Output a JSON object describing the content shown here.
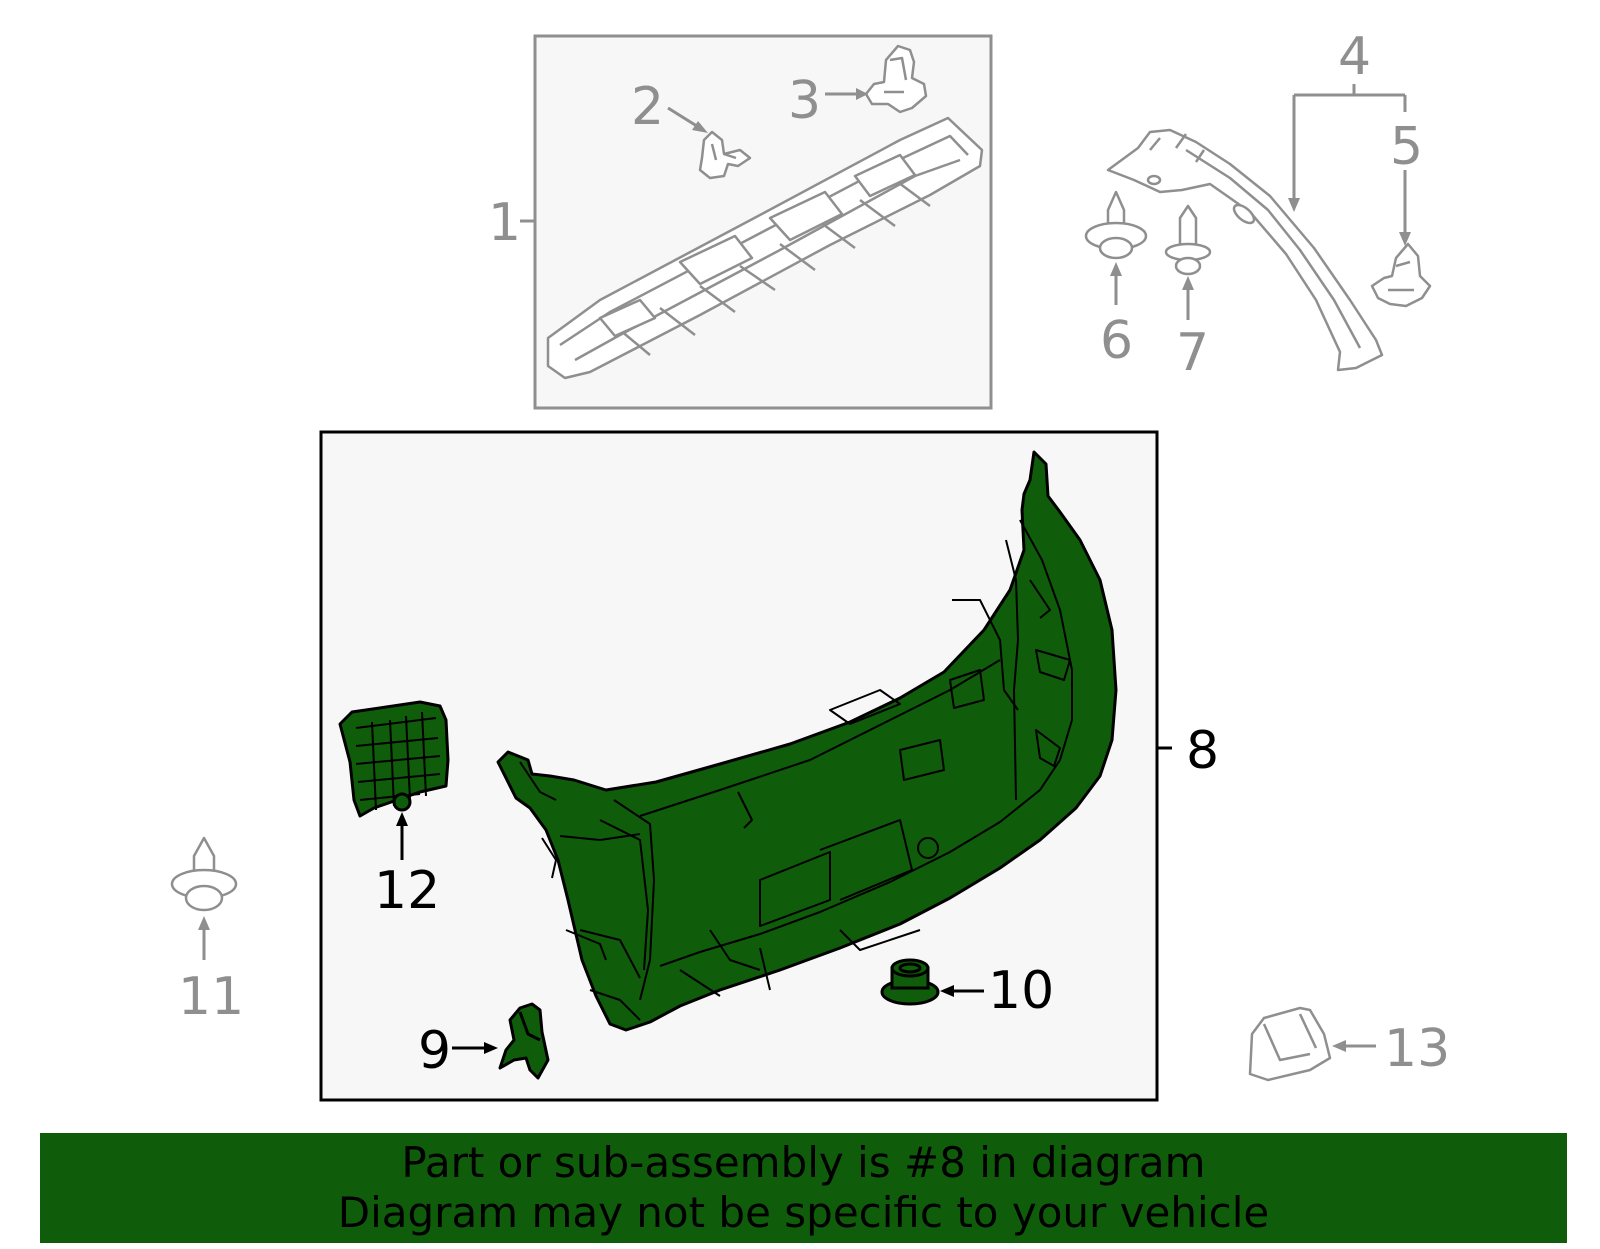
{
  "callouts": {
    "c1": "1",
    "c2": "2",
    "c3": "3",
    "c4": "4",
    "c5": "5",
    "c6": "6",
    "c7": "7",
    "c8": "8",
    "c9": "9",
    "c10": "10",
    "c11": "11",
    "c12": "12",
    "c13": "13"
  },
  "highlighted_part": "8",
  "banner": {
    "line1": "Part or sub-assembly is #8 in diagram",
    "line2": "Diagram may not be specific to your vehicle"
  },
  "colors": {
    "highlight": "#0f5c0a",
    "banner": "#0f5c0a",
    "dimmed": "#8f8f8f",
    "panel_bg": "#f7f7f7"
  }
}
